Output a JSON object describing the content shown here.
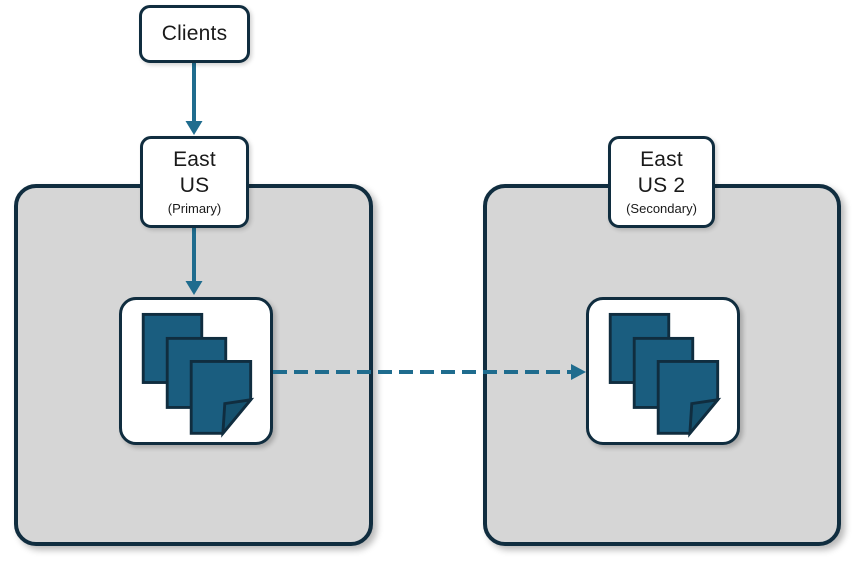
{
  "diagram": {
    "clients": {
      "label": "Clients"
    },
    "regions": [
      {
        "key": "primary",
        "name_line1": "East",
        "name_line2": "US",
        "role_label": "(Primary)",
        "storage_icon": "documents-stack-icon"
      },
      {
        "key": "secondary",
        "name_line1": "East",
        "name_line2": "US 2",
        "role_label": "(Secondary)",
        "storage_icon": "documents-stack-icon"
      }
    ],
    "connectors": [
      {
        "key": "clients-to-primary",
        "style": "solid",
        "direction": "down"
      },
      {
        "key": "primary-to-storage",
        "style": "solid",
        "direction": "down"
      },
      {
        "key": "storage-replication",
        "style": "dashed",
        "direction": "right"
      }
    ],
    "colors": {
      "outline": "#102d3f",
      "region_fill": "#d6d6d6",
      "node_fill": "#ffffff",
      "document_fill": "#1a5d7f",
      "document_fold": "#15516e",
      "connector": "#1f6c8e",
      "text": "#1a1a1a"
    }
  }
}
